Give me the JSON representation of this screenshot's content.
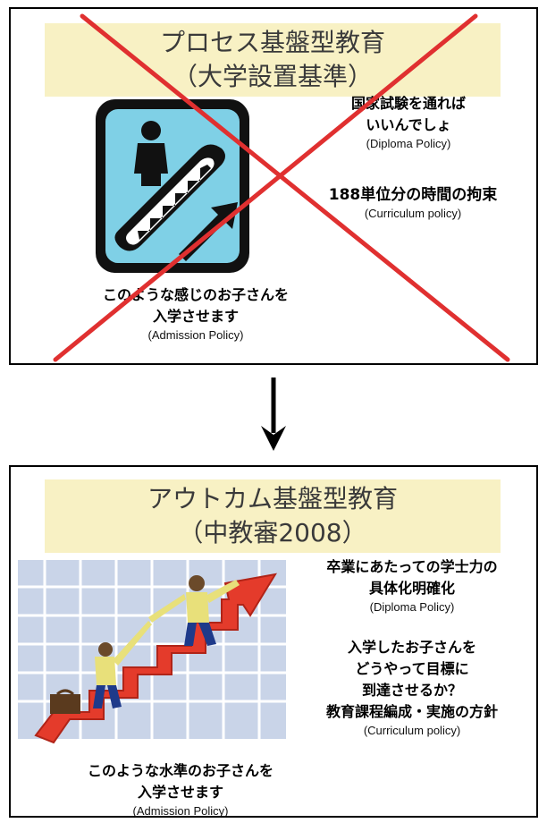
{
  "top": {
    "title_line1": "プロセス基盤型教育",
    "title_line2": "（大学設置基準）",
    "diploma_line1": "国家試験を通れば",
    "diploma_line2": "いいんでしょ",
    "diploma_policy": "(Diploma Policy)",
    "curriculum_line1": "188単位分の時間の拘束",
    "curriculum_policy": "(Curriculum policy)",
    "admission_line1": "このような感じのお子さんを",
    "admission_line2": "入学させます",
    "admission_policy": "(Admission Policy)"
  },
  "bottom": {
    "title_line1": "アウトカム基盤型教育",
    "title_line2": "（中教審2008）",
    "diploma_line1": "卒業にあたっての学士力の",
    "diploma_line2": "具体化明確化",
    "diploma_policy": "(Diploma Policy)",
    "curriculum_line1": "入学したお子さんを",
    "curriculum_line2": "どうやって目標に",
    "curriculum_line3": "到達させるか？",
    "curriculum_line4": "教育課程編成・実施の方針",
    "curriculum_policy": "(Curriculum policy)",
    "admission_line1": "このような水準のお子さんを",
    "admission_line2": "入学させます",
    "admission_policy": "(Admission Policy)"
  },
  "colors": {
    "title_bg": "#f8f1c4",
    "cross": "#e03030",
    "escalator_bg": "#7fd0e6",
    "arrow_red": "#e43b2b"
  },
  "icons": [
    "escalator-icon",
    "down-arrow-icon",
    "cross-out-icon",
    "staircase-illustration"
  ]
}
